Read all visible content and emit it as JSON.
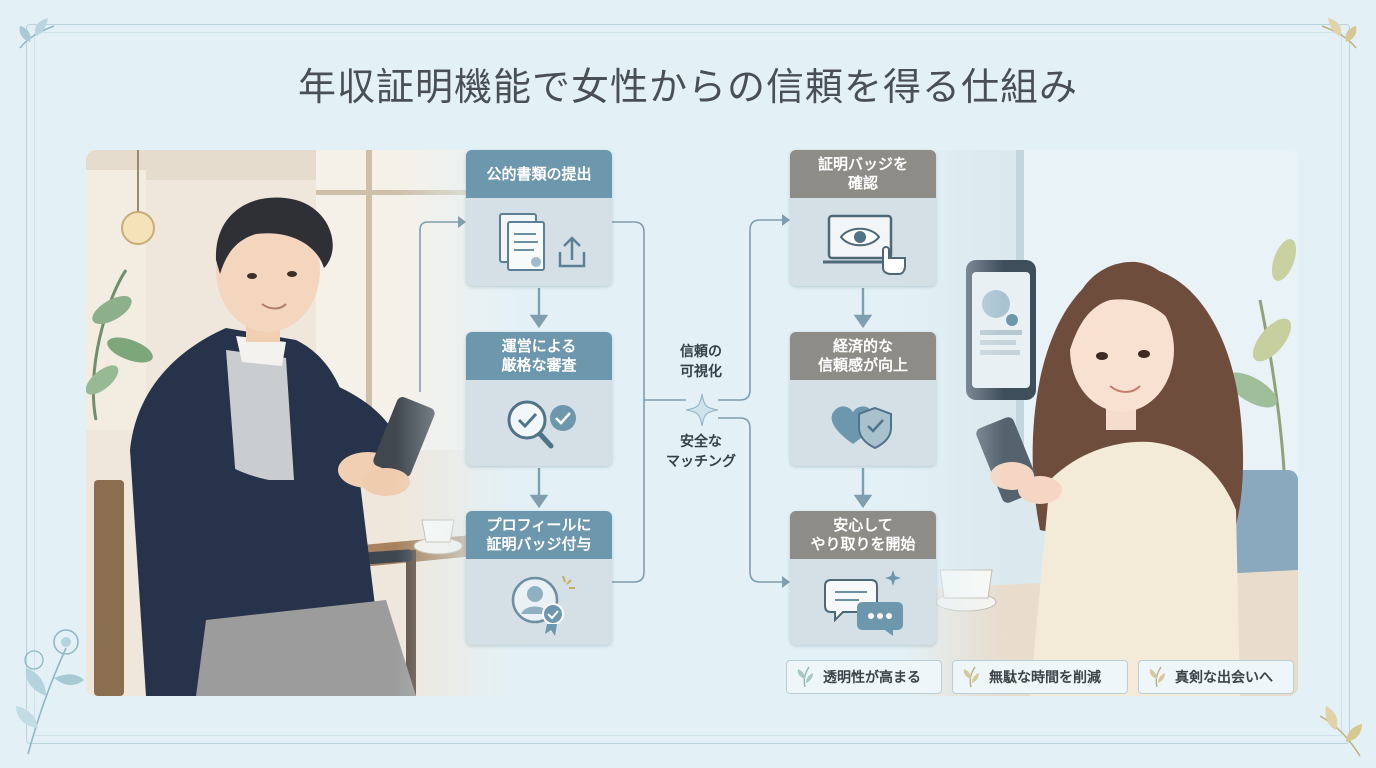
{
  "title": "年収証明機能で女性からの信頼を得る仕組み",
  "steps_left": [
    {
      "label": "公的書類の提出",
      "icon": "document-upload-icon"
    },
    {
      "label": "運営による\n厳格な審査",
      "icon": "magnifier-check-icon"
    },
    {
      "label": "プロフィールに\n証明バッジ付与",
      "icon": "profile-badge-icon"
    }
  ],
  "steps_right": [
    {
      "label": "証明バッジを\n確認",
      "icon": "laptop-eye-icon"
    },
    {
      "label": "経済的な\n信頼感が向上",
      "icon": "heart-shield-icon"
    },
    {
      "label": "安心して\nやり取りを開始",
      "icon": "chat-bubbles-icon"
    }
  ],
  "center": {
    "top_label": "信頼の\n可視化",
    "bottom_label": "安全な\nマッチング"
  },
  "benefits": [
    "透明性が高まる",
    "無駄な時間を削減",
    "真剣な出会いへ"
  ],
  "colors": {
    "background": "#e3f1f7",
    "left_header": "#6d97ad",
    "right_header": "#8e8c87",
    "card_body": "#d4e0e6",
    "connector": "#7f9eae"
  }
}
